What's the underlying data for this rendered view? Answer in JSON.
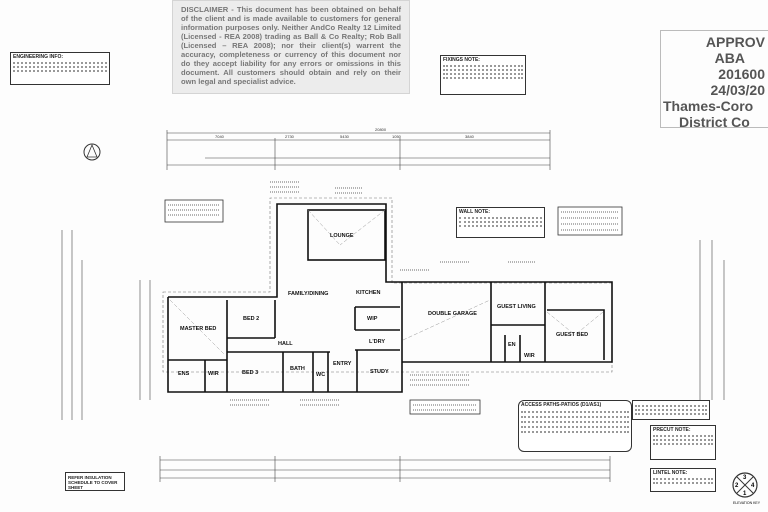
{
  "disclaimer": {
    "text": "DISCLAIMER - This document has been obtained on behalf of the client and is made available to customers for general information purposes only. Neither AndCo Realty 12 Limited (Licensed - REA 2008) trading as Ball & Co Realty; Rob Ball (Licensed – REA 2008); nor their client(s) warrent the accuracy, completeness or currency of this document nor do they accept liability for any errors or omissions in this document. All customers should obtain and rely on their own legal and specialist advice."
  },
  "approval_stamp": {
    "line1": "APPROV",
    "line2": "ABA",
    "line3": "201600",
    "line4": "24/03/20",
    "line5": "Thames-Coro",
    "line6": "District Co"
  },
  "notes": {
    "engineering": {
      "title": "ENGINEERING INFO:"
    },
    "fixings": {
      "title": "FIXINGS NOTE:"
    },
    "wall": {
      "title": "WALL NOTE:"
    },
    "access": {
      "title": "ACCESS PATHS-PATIOS (D1/AS1)"
    },
    "precut": {
      "title": "PRECUT NOTE:"
    },
    "lintel": {
      "title": "LINTEL NOTE:"
    },
    "insulation": {
      "text": "REFER INSULATION SCHEDULE TO COVER SHEET"
    },
    "elevation_key": {
      "label": "ELEVATION KEY",
      "n1": "1",
      "n2": "2",
      "n3": "3",
      "n4": "4"
    }
  },
  "rooms": {
    "lounge": "LOUNGE",
    "family_dining": "FAMILY/DINING",
    "kitchen": "KITCHEN",
    "wip": "WIP",
    "master_bed": "MASTER BED",
    "bed2": "BED 2",
    "bed3": "BED 3",
    "ens": "ENS",
    "wir": "WIR",
    "bath": "BATH",
    "wc": "WC",
    "hall": "HALL",
    "entry": "ENTRY",
    "study": "STUDY",
    "laundry": "L'DRY",
    "double_garage": "DOUBLE GARAGE",
    "guest_living": "GUEST LIVING",
    "guest_bed": "GUEST BED",
    "guest_en": "EN",
    "guest_wir": "WIR"
  },
  "dimensions": {
    "overall": "20800",
    "d1": "7040",
    "d2": "2730",
    "d3": "5430",
    "d4": "1050",
    "d5": "3840"
  }
}
